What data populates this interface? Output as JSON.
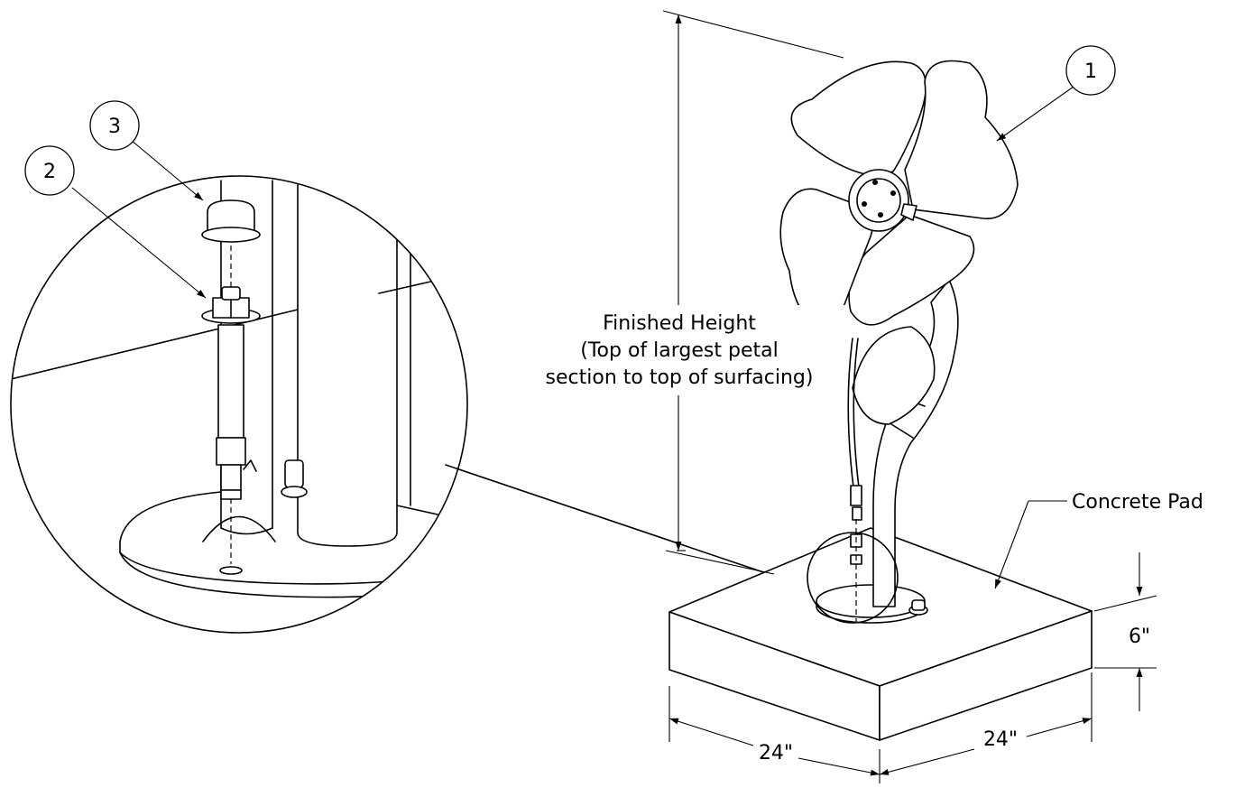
{
  "callouts": [
    {
      "number": "1"
    },
    {
      "number": "2"
    },
    {
      "number": "3"
    }
  ],
  "labels": {
    "finished_height": [
      "Finished Height",
      "(Top of largest petal",
      "section to top of surfacing)"
    ],
    "concrete_pad": "Concrete Pad"
  },
  "dimensions": {
    "height": "6\"",
    "width_left": "24\"",
    "width_right": "24\""
  }
}
